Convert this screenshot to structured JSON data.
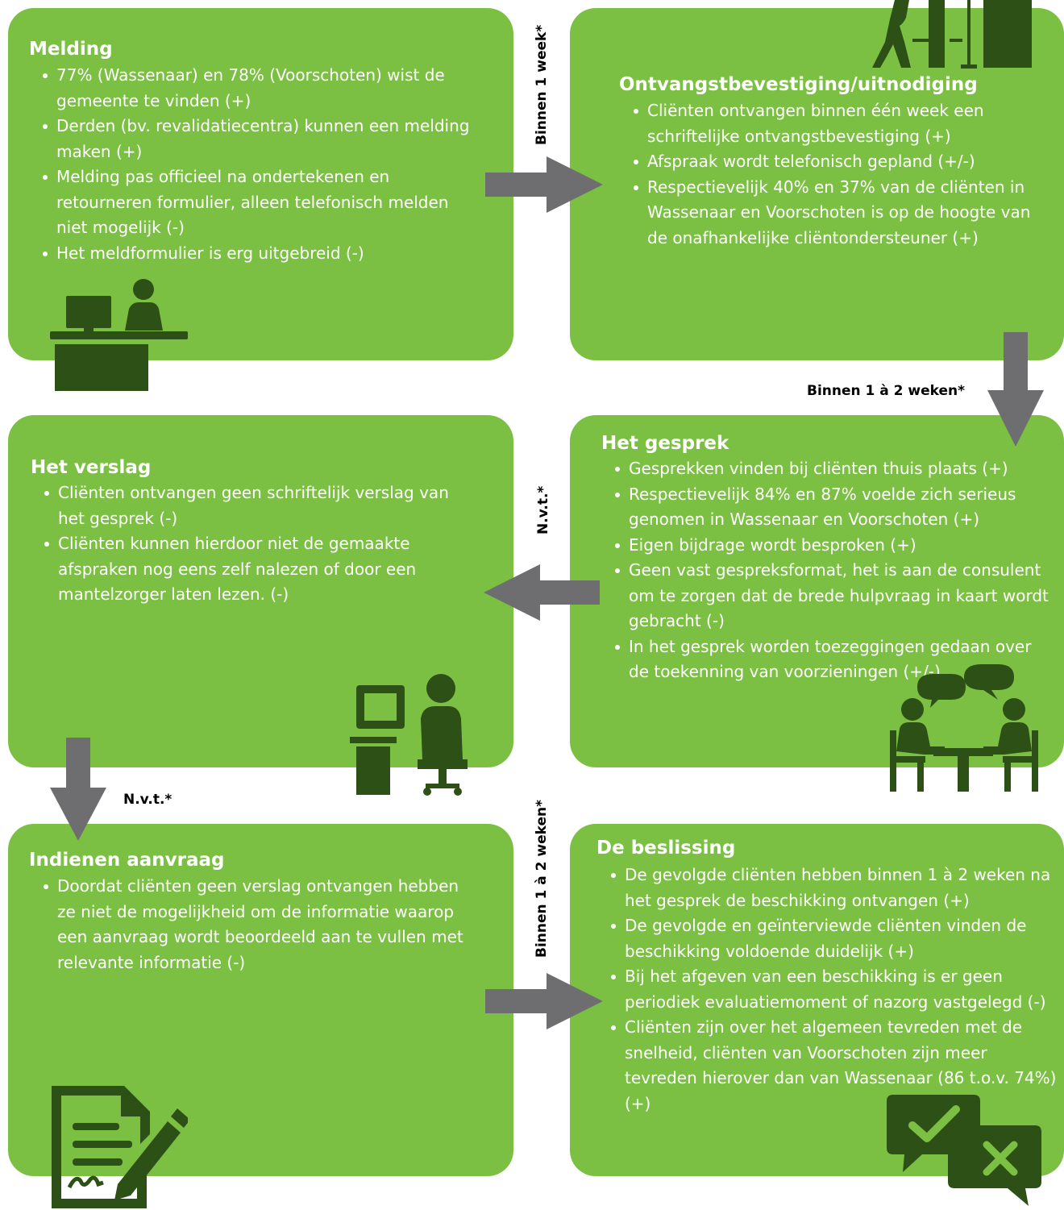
{
  "colors": {
    "card": "#7cc043",
    "icon": "#2d5016",
    "arrow": "#6e6e70",
    "text": "#ffffff"
  },
  "steps": {
    "melding": {
      "title": "Melding",
      "icon": "person-at-desk-computer-icon",
      "bullets": [
        "77% (Wassenaar) en 78% (Voorschoten) wist de gemeente te vinden (+)",
        "Derden (bv. revalidatiecentra) kunnen een melding maken (+)",
        "Melding pas officieel na ondertekenen en retourneren formulier, alleen telefonisch melden niet mogelijk (-)",
        "Het meldformulier is erg uitgebreid (-)"
      ]
    },
    "ontvangst": {
      "title": "Ontvangstbevestiging/uitnodiging",
      "icon": "person-entering-door-icon",
      "bullets": [
        "Cliënten ontvangen binnen één week een schriftelijke ontvangstbevestiging (+)",
        "Afspraak wordt telefonisch gepland (+/-)",
        "Respectievelijk 40% en 37% van de cliënten in Wassenaar en Voorschoten is op de hoogte van de onafhankelijke cliëntondersteuner (+)"
      ]
    },
    "gesprek": {
      "title": "Het gesprek",
      "icon": "two-people-talking-at-table-icon",
      "bullets": [
        "Gesprekken vinden bij cliënten thuis plaats (+)",
        "Respectievelijk 84% en 87% voelde zich serieus genomen in Wassenaar en Voorschoten (+)",
        "Eigen bijdrage wordt besproken (+)",
        "Geen vast gespreksformat, het is aan de consulent om te zorgen dat de brede hulpvraag in kaart wordt gebracht (-)",
        "In het gesprek worden toezeggingen gedaan over de toekenning van voorzieningen (+/-)"
      ]
    },
    "verslag": {
      "title": "Het verslag",
      "icon": "person-at-computer-workstation-icon",
      "bullets": [
        "Cliënten ontvangen geen schriftelijk verslag van het gesprek (-)",
        "Cliënten kunnen hierdoor niet de gemaakte afspraken nog eens zelf nalezen of door een mantelzorger laten lezen. (-)"
      ]
    },
    "aanvraag": {
      "title": "Indienen aanvraag",
      "icon": "document-with-pen-icon",
      "bullets": [
        "Doordat cliënten geen verslag ontvangen hebben ze niet de mogelijkheid om de informatie waarop een aanvraag wordt beoordeeld aan te vullen met relevante informatie (-)"
      ]
    },
    "beslissing": {
      "title": "De beslissing",
      "icon": "approve-reject-speech-bubbles-icon",
      "bullets": [
        "De gevolgde cliënten hebben binnen 1 à 2 weken na het gesprek de beschikking ontvangen (+)",
        "De gevolgde en geïnterviewde cliënten vinden de beschikking voldoende duidelijk (+)",
        "Bij het afgeven van een beschikking is er geen periodiek evaluatiemoment of nazorg vastgelegd (-)",
        "Cliënten zijn over het algemeen tevreden met de snelheid, cliënten van Voorschoten zijn meer tevreden hierover dan van Wassenaar (86 t.o.v. 74%) (+)"
      ]
    }
  },
  "transitions": {
    "melding_to_ontvangst": "Binnen 1 week*",
    "ontvangst_to_gesprek": "Binnen 1 à 2 weken*",
    "gesprek_to_verslag": "N.v.t.*",
    "verslag_to_aanvraag": "N.v.t.*",
    "aanvraag_to_beslissing": "Binnen 1 à 2 weken*"
  }
}
